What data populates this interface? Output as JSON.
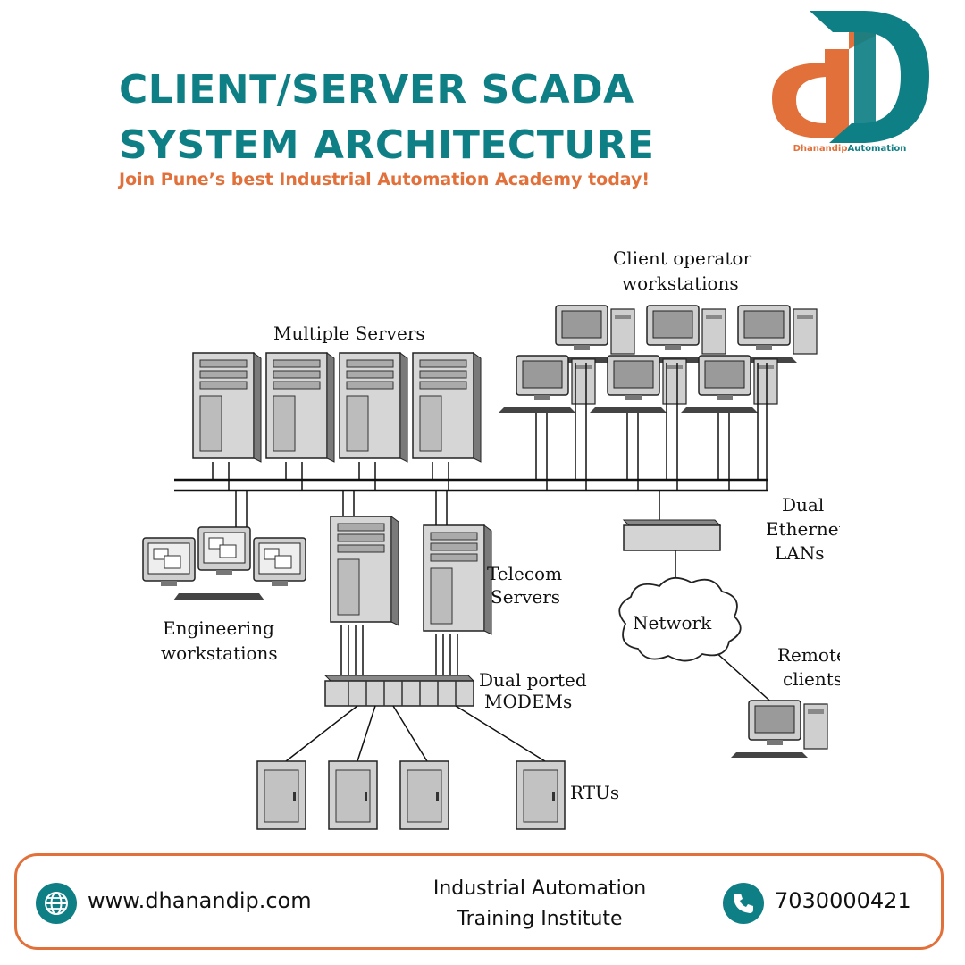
{
  "header": {
    "title_line1": "CLIENT/SERVER SCADA",
    "title_line2": "SYSTEM ARCHITECTURE",
    "subtitle": "Join Pune’s best Industrial Automation Academy today!"
  },
  "logo": {
    "text_part1": "Dhanandip",
    "text_part2": "Automation",
    "colors": {
      "orange": "#e2703a",
      "teal": "#0f7f86"
    }
  },
  "diagram": {
    "labels": {
      "client_line1": "Client operator",
      "client_line2": "workstations",
      "multiple_servers": "Multiple Servers",
      "dual_line1": "Dual",
      "dual_line2": "Ethernet",
      "dual_line3": "LANs",
      "telecom_line1": "Telecom",
      "telecom_line2": "Servers",
      "eng_line1": "Engineering",
      "eng_line2": "workstations",
      "network": "Network",
      "remote_line1": "Remote",
      "remote_line2": "clients",
      "modem_line1": "Dual ported",
      "modem_line2": "MODEMs",
      "rtus": "RTUs"
    }
  },
  "footer": {
    "website": "www.dhanandip.com",
    "institute_line1": "Industrial Automation",
    "institute_line2": "Training Institute",
    "phone": "7030000421",
    "icons": {
      "web": "globe-icon",
      "phone": "phone-icon"
    }
  }
}
